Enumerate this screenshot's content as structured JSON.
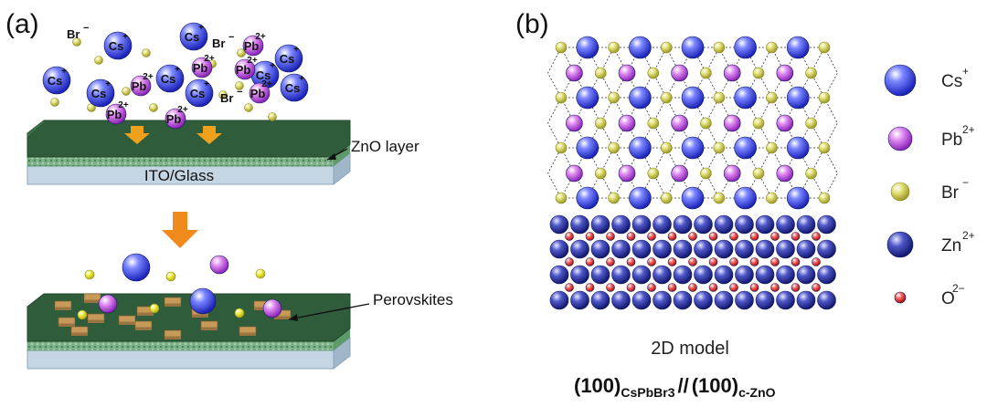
{
  "panel_a": {
    "label": "(a)",
    "ions": {
      "cs": "Cs",
      "cs_charge": "+",
      "pb": "Pb",
      "pb_charge": "2+",
      "br": "Br",
      "br_charge": "−"
    },
    "zno_label": "ZnO layer",
    "substrate_label": "ITO/Glass",
    "perovskites_label": "Perovskites"
  },
  "panel_b": {
    "label": "(b)",
    "legend": [
      {
        "key": "cs",
        "ion": "Cs",
        "charge": "+"
      },
      {
        "key": "pb",
        "ion": "Pb",
        "charge": "2+"
      },
      {
        "key": "br",
        "ion": "Br",
        "charge": "−"
      },
      {
        "key": "zn",
        "ion": "Zn",
        "charge": "2+"
      },
      {
        "key": "o",
        "ion": "O",
        "charge": "2−"
      }
    ],
    "caption": "2D model",
    "formula": {
      "left": "(100)",
      "left_sub": "CsPbBr3",
      "separator": "//",
      "right": "(100)",
      "right_sub": "c-ZnO"
    }
  },
  "colors": {
    "cs": "#2a33d8",
    "pb": "#b043d6",
    "br": "#d8d65a",
    "zn": "#1e2488",
    "o": "#d62020",
    "film_green": "#2f5d3b",
    "glass": "#c4d6e4",
    "arrow": "#f08a1c",
    "crystal": "#c89a5a"
  }
}
